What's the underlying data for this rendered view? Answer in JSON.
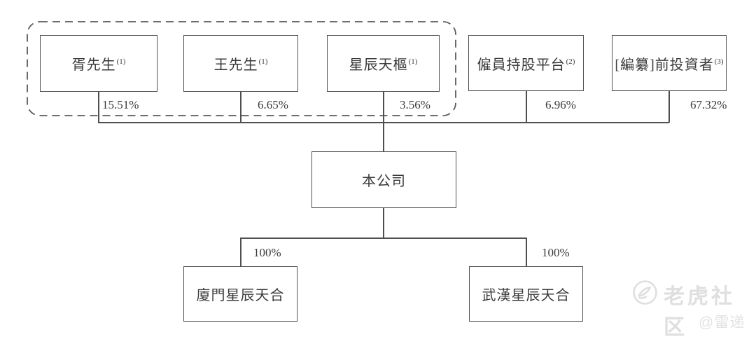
{
  "diagram": {
    "shareholders": [
      {
        "name": "胥先生",
        "note": "(1)",
        "percent": "15.51%"
      },
      {
        "name": "王先生",
        "note": "(1)",
        "percent": "6.65%"
      },
      {
        "name": "星辰天樞",
        "note": "(1)",
        "percent": "3.56%"
      },
      {
        "name": "僱員持股平台",
        "note": "(2)",
        "percent": "6.96%"
      },
      {
        "name": "[編纂]前投資者",
        "note": "(3)",
        "percent": "67.32%"
      }
    ],
    "company": {
      "name": "本公司"
    },
    "subsidiaries": [
      {
        "name": "廈門星辰天合",
        "percent": "100%"
      },
      {
        "name": "武漢星辰天合",
        "percent": "100%"
      }
    ]
  },
  "watermark": {
    "brand": "老虎社区",
    "author": "@雷递",
    "icon": "tiger-logo-icon"
  },
  "colors": {
    "line": "#4f4f4f",
    "text": "#3a3a3a",
    "watermark": "#dfdfdf",
    "background": "#ffffff"
  }
}
